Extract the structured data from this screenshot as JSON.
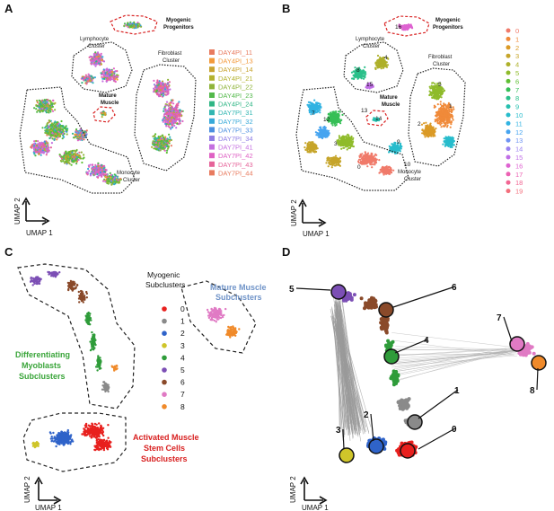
{
  "panels": {
    "A": {
      "letter": "A",
      "labels": {
        "myogenic": [
          "Myogenic",
          "Progenitors"
        ],
        "lymph": [
          "Lymphocyte",
          "Cluster"
        ],
        "fibro": [
          "Fibroblast",
          "Cluster"
        ],
        "mature": [
          "Mature",
          "Muscle"
        ],
        "mono": [
          "Monocyte",
          "Cluster"
        ]
      },
      "xlabel": "UMAP 1",
      "ylabel": "UMAP 2"
    },
    "B": {
      "letter": "B",
      "labels": {
        "myogenic": [
          "Myogenic",
          "Progenitors"
        ],
        "lymph": [
          "Lymphocyte",
          "Cluster"
        ],
        "fibro": [
          "Fibroblast",
          "Cluster"
        ],
        "mature": [
          "Mature",
          "Muscle"
        ],
        "mono": [
          "Monocyte",
          "Cluster"
        ]
      },
      "xlabel": "UMAP 1",
      "ylabel": "UMAP 2"
    },
    "C": {
      "letter": "C",
      "legend_title": [
        "Myogenic",
        "Subclusters"
      ],
      "mature_title": [
        "Mature Muscle",
        "Subclusters"
      ],
      "diff_title": [
        "Differentiating",
        "Myoblasts",
        "Subclusters"
      ],
      "activated_title": [
        "Activated Muscle",
        "Stem Cells",
        "Subclusters"
      ],
      "xlabel": "UMAP 1",
      "ylabel": "UMAP 2"
    },
    "D": {
      "letter": "D",
      "xlabel": "UMAP 1",
      "ylabel": "UMAP 2"
    }
  },
  "colors": {
    "samples": [
      "#e87b5f",
      "#f39a3c",
      "#c8a431",
      "#b3b22f",
      "#8fb43a",
      "#53b94b",
      "#2fb685",
      "#32b6b2",
      "#38a9d9",
      "#4b8fe0",
      "#8f7ee5",
      "#c46fe0",
      "#df62c4",
      "#e6649a"
    ],
    "clusters20": [
      "#f07a6a",
      "#f08a3a",
      "#db9a26",
      "#c6a52a",
      "#aeb02a",
      "#8fbb2b",
      "#5fbf33",
      "#36bf56",
      "#2bc08a",
      "#26bfae",
      "#27bccc",
      "#31b3e2",
      "#46a4f0",
      "#6e93f3",
      "#9b82f0",
      "#c06fe6",
      "#de63d1",
      "#ec61b3",
      "#f26693",
      "#f36f7c"
    ],
    "sub9": [
      "#e8201e",
      "#8a8a8a",
      "#2f63c9",
      "#cfc52a",
      "#2f9c3a",
      "#7c4fb5",
      "#8a4a2a",
      "#e07ac4",
      "#f08a2a"
    ],
    "dashed_red": "#d82020",
    "mature_blue": "#6f93c8",
    "diff_green": "#3aa53a",
    "act_red": "#d82020"
  },
  "chart_data": [
    {
      "type": "scatter",
      "panel": "A",
      "title": "",
      "xlabel": "UMAP 1",
      "ylabel": "UMAP 2",
      "grid": false,
      "legend_position": "right",
      "series": [
        {
          "name": "DAY4PI_11"
        },
        {
          "name": "DAY4PI_13"
        },
        {
          "name": "DAY4PI_14"
        },
        {
          "name": "DAY4PI_21"
        },
        {
          "name": "DAY4PI_22"
        },
        {
          "name": "DAY4PI_23"
        },
        {
          "name": "DAY4PI_24"
        },
        {
          "name": "DAY7PI_31"
        },
        {
          "name": "DAY7PI_32"
        },
        {
          "name": "DAY7PI_33"
        },
        {
          "name": "DAY7PI_34"
        },
        {
          "name": "DAY7PI_41"
        },
        {
          "name": "DAY7PI_42"
        },
        {
          "name": "DAY7PI_43"
        },
        {
          "name": "DAY7PI_44"
        }
      ]
    },
    {
      "type": "scatter",
      "panel": "B",
      "title": "",
      "xlabel": "UMAP 1",
      "ylabel": "UMAP 2",
      "grid": false,
      "legend_position": "right",
      "series": [
        {
          "name": "0"
        },
        {
          "name": "1"
        },
        {
          "name": "2"
        },
        {
          "name": "3"
        },
        {
          "name": "4"
        },
        {
          "name": "5"
        },
        {
          "name": "6"
        },
        {
          "name": "7"
        },
        {
          "name": "8"
        },
        {
          "name": "9"
        },
        {
          "name": "10"
        },
        {
          "name": "11"
        },
        {
          "name": "12"
        },
        {
          "name": "13"
        },
        {
          "name": "14"
        },
        {
          "name": "15"
        },
        {
          "name": "16"
        },
        {
          "name": "17"
        },
        {
          "name": "18"
        },
        {
          "name": "19"
        }
      ],
      "cluster_labels_on_plot": [
        "16",
        "4",
        "8",
        "15",
        "0",
        "1",
        "9",
        "10",
        "5",
        "2",
        "3",
        "12",
        "7",
        "13",
        "14"
      ]
    },
    {
      "type": "scatter",
      "panel": "C",
      "title": "",
      "xlabel": "UMAP 1",
      "ylabel": "UMAP 2",
      "grid": false,
      "legend_position": "center",
      "series": [
        {
          "name": "0"
        },
        {
          "name": "1"
        },
        {
          "name": "2"
        },
        {
          "name": "3"
        },
        {
          "name": "4"
        },
        {
          "name": "5"
        },
        {
          "name": "6"
        },
        {
          "name": "7"
        },
        {
          "name": "8"
        }
      ]
    },
    {
      "type": "scatter",
      "panel": "D",
      "title": "",
      "xlabel": "UMAP 1",
      "ylabel": "UMAP 2",
      "grid": false,
      "nodes": [
        {
          "id": "5"
        },
        {
          "id": "6"
        },
        {
          "id": "4"
        },
        {
          "id": "7"
        },
        {
          "id": "8"
        },
        {
          "id": "1"
        },
        {
          "id": "0"
        },
        {
          "id": "2"
        },
        {
          "id": "3"
        }
      ]
    }
  ]
}
